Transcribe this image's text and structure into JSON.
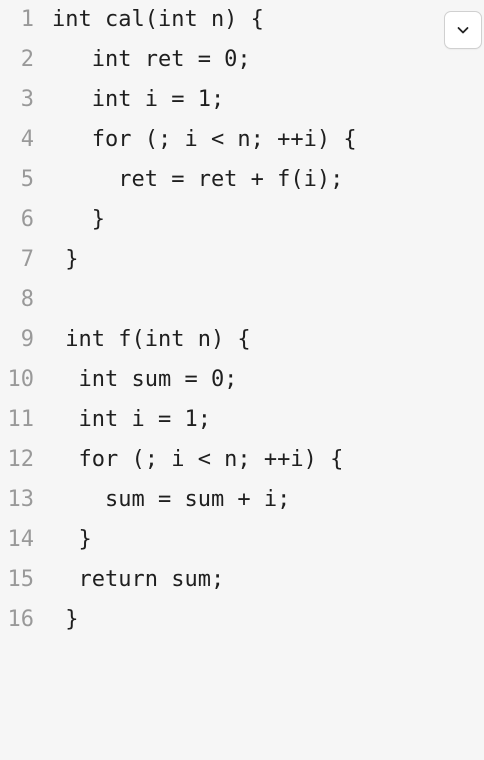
{
  "code_block": {
    "lines": [
      {
        "number": "1",
        "code": "int cal(int n) {"
      },
      {
        "number": "2",
        "code": "   int ret = 0;"
      },
      {
        "number": "3",
        "code": "   int i = 1;"
      },
      {
        "number": "4",
        "code": "   for (; i < n; ++i) {"
      },
      {
        "number": "5",
        "code": "     ret = ret + f(i);"
      },
      {
        "number": "6",
        "code": "   }"
      },
      {
        "number": "7",
        "code": " }"
      },
      {
        "number": "8",
        "code": ""
      },
      {
        "number": "9",
        "code": " int f(int n) {"
      },
      {
        "number": "10",
        "code": "  int sum = 0;"
      },
      {
        "number": "11",
        "code": "  int i = 1;"
      },
      {
        "number": "12",
        "code": "  for (; i < n; ++i) {"
      },
      {
        "number": "13",
        "code": "    sum = sum + i;"
      },
      {
        "number": "14",
        "code": "  }"
      },
      {
        "number": "15",
        "code": "  return sum;"
      },
      {
        "number": "16",
        "code": " }"
      }
    ]
  },
  "toolbar": {
    "toggle_icon": "chevron-down-icon"
  },
  "colors": {
    "background": "#f6f6f6",
    "code_text": "#1f1f1f",
    "line_number": "#999999",
    "button_border": "#d0d0d0"
  }
}
